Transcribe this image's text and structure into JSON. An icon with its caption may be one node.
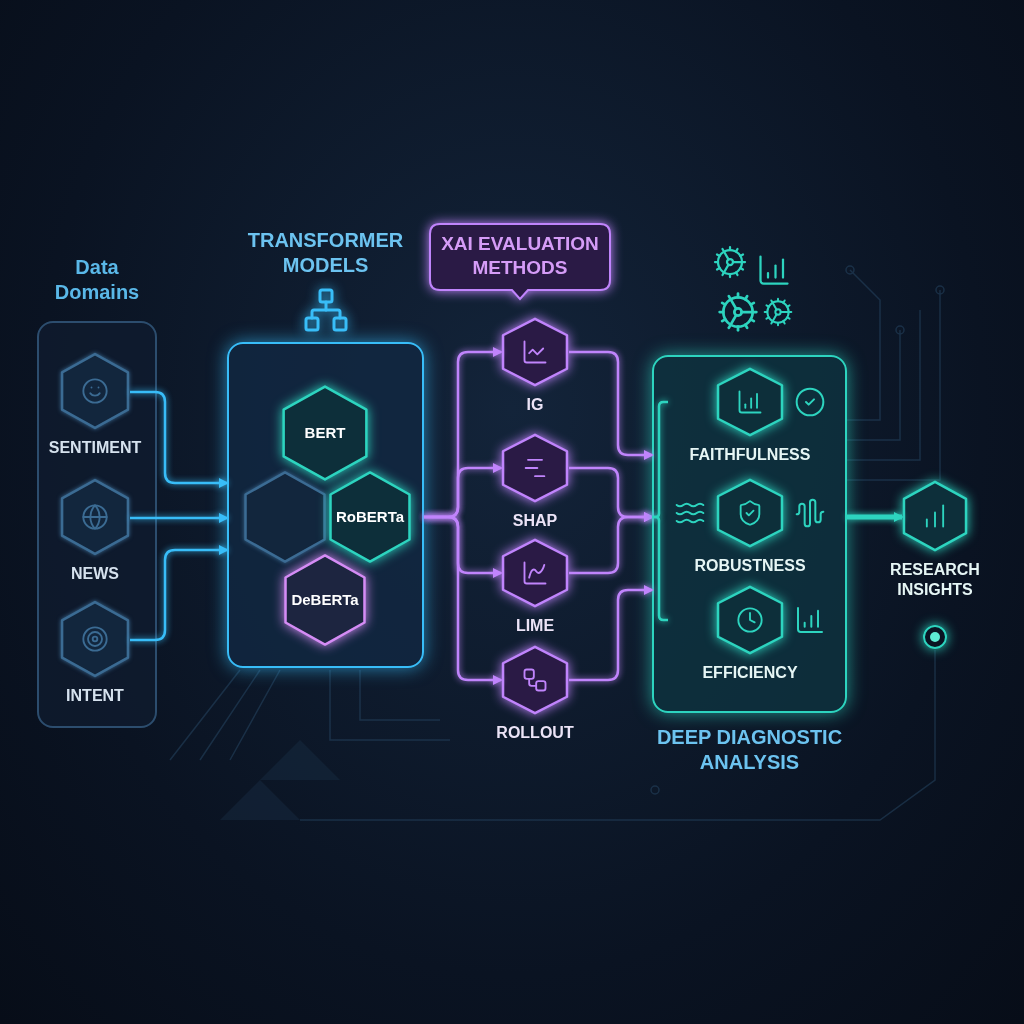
{
  "diagram": {
    "nodes": [
      {
        "text": [
          "Data Domains"
        ]
      },
      {
        "text": [
          "SENTIMENT"
        ],
        "in": 0
      },
      {
        "text": [
          "NEWS"
        ],
        "in": 0
      },
      {
        "text": [
          "INTENT"
        ],
        "in": 0
      },
      {
        "text": [
          "TRANSFORMER MODELS"
        ]
      },
      {
        "text": [
          "BERT"
        ],
        "in": 4
      },
      {
        "text": [],
        "shape": "hexagon",
        "in": 4
      },
      {
        "text": [
          "RoBERTa"
        ],
        "in": 4
      },
      {
        "text": [
          "DeBERTa"
        ],
        "in": 4
      },
      {
        "text": [
          "XAI EVALUATION METHODS"
        ]
      },
      {
        "text": [
          "IG"
        ]
      },
      {
        "text": [
          "SHAP"
        ]
      },
      {
        "text": [
          "LIME"
        ]
      },
      {
        "text": [
          "ROLLOUT"
        ]
      },
      {
        "text": [
          "DEEP DIAGNOSTIC ANALYSIS"
        ]
      },
      {
        "text": [
          "FAITHFULNESS"
        ],
        "in": 14
      },
      {
        "text": [
          "ROBUSTNESS"
        ],
        "in": 14
      },
      {
        "text": [
          "EFFICIENCY"
        ],
        "in": 14
      },
      {
        "text": [
          "RESEARCH INSIGHTS"
        ]
      }
    ],
    "edges": [
      {
        "from": 1,
        "to": 4,
        "arrow": "to",
        "color": "#38bdf8"
      },
      {
        "from": 2,
        "to": 4,
        "arrow": "to",
        "color": "#38bdf8"
      },
      {
        "from": 3,
        "to": 4,
        "arrow": "to",
        "color": "#38bdf8"
      },
      {
        "from": 4,
        "to": 10,
        "arrow": "to"
      },
      {
        "from": 4,
        "to": 11,
        "arrow": "to"
      },
      {
        "from": 4,
        "to": 12,
        "arrow": "to"
      },
      {
        "from": 4,
        "to": 13,
        "arrow": "to"
      },
      {
        "from": 10,
        "to": 14,
        "arrow": "to"
      },
      {
        "from": 11,
        "to": 14,
        "arrow": "to"
      },
      {
        "from": 12,
        "to": 14,
        "arrow": "to"
      },
      {
        "from": 13,
        "to": 14,
        "arrow": "to"
      },
      {
        "from": 14,
        "to": 15,
        "arrow": "none",
        "color": "#2dd4bf"
      },
      {
        "from": 14,
        "to": 17,
        "arrow": "none",
        "color": "#2dd4bf"
      },
      {
        "from": 14,
        "to": 18,
        "arrow": "to",
        "style": "thick",
        "color": "#2dd4bf"
      }
    ]
  }
}
